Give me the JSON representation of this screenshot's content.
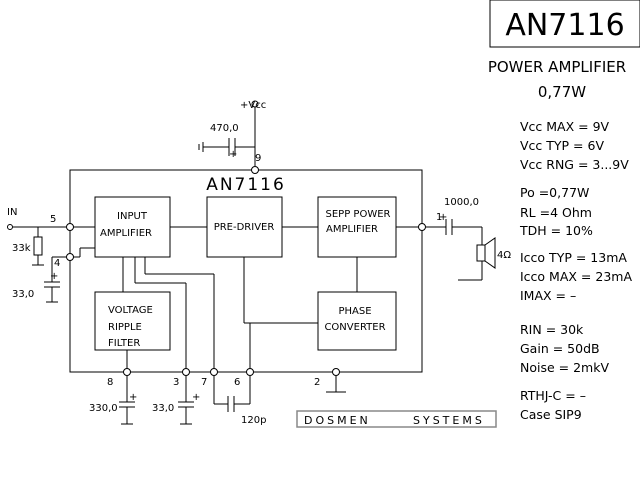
{
  "header": {
    "part_number": "AN7116",
    "description": "POWER AMPLIFIER",
    "power": "0,77W"
  },
  "chip_label": "AN7116",
  "supply": {
    "label": "+Vcc"
  },
  "blocks": {
    "input_amplifier": [
      "INPUT",
      "AMPLIFIER"
    ],
    "pre_driver": "PRE-DRIVER",
    "sepp_power_amplifier": [
      "SEPP POWER",
      "AMPLIFIER"
    ],
    "voltage_ripple_filter": [
      "VOLTAGE",
      "RIPPLE",
      "FILTER"
    ],
    "phase_converter": [
      "PHASE",
      "CONVERTER"
    ]
  },
  "pins": {
    "p1": "1",
    "p2": "2",
    "p3": "3",
    "p4": "4",
    "p5": "5",
    "p6": "6",
    "p7": "7",
    "p8": "8",
    "p9": "9"
  },
  "components": {
    "in_label": "IN",
    "c_vcc": "470,0",
    "c_out": "1000,0",
    "r_in": "33k",
    "c_pin4": "33,0",
    "c_pin8": "330,0",
    "c_pin3": "33,0",
    "c_pin67": "120p",
    "speaker": "4Ω",
    "plus": "+"
  },
  "specs": {
    "vcc_max": "Vcc MAX =  9V",
    "vcc_typ": "Vcc TYP =  6V",
    "vcc_rng": "Vcc RNG =  3...9V",
    "po": "Po =0,77W",
    "rl": "RL  =4 Ohm",
    "tdh": "TDH = 10%",
    "icco_typ": "Icco TYP = 13mA",
    "icco_max": "Icco MAX = 23mA",
    "imax": "IMAX  =   –",
    "rin": "RIN  =  30k",
    "gain": "Gain  = 50dB",
    "noise": "Noise = 2mkV",
    "rthjc": "RTHJ-C = –",
    "case": "Case SIP9"
  },
  "brand": {
    "name": "DOSMEN",
    "suffix": "SYSTEMS"
  }
}
